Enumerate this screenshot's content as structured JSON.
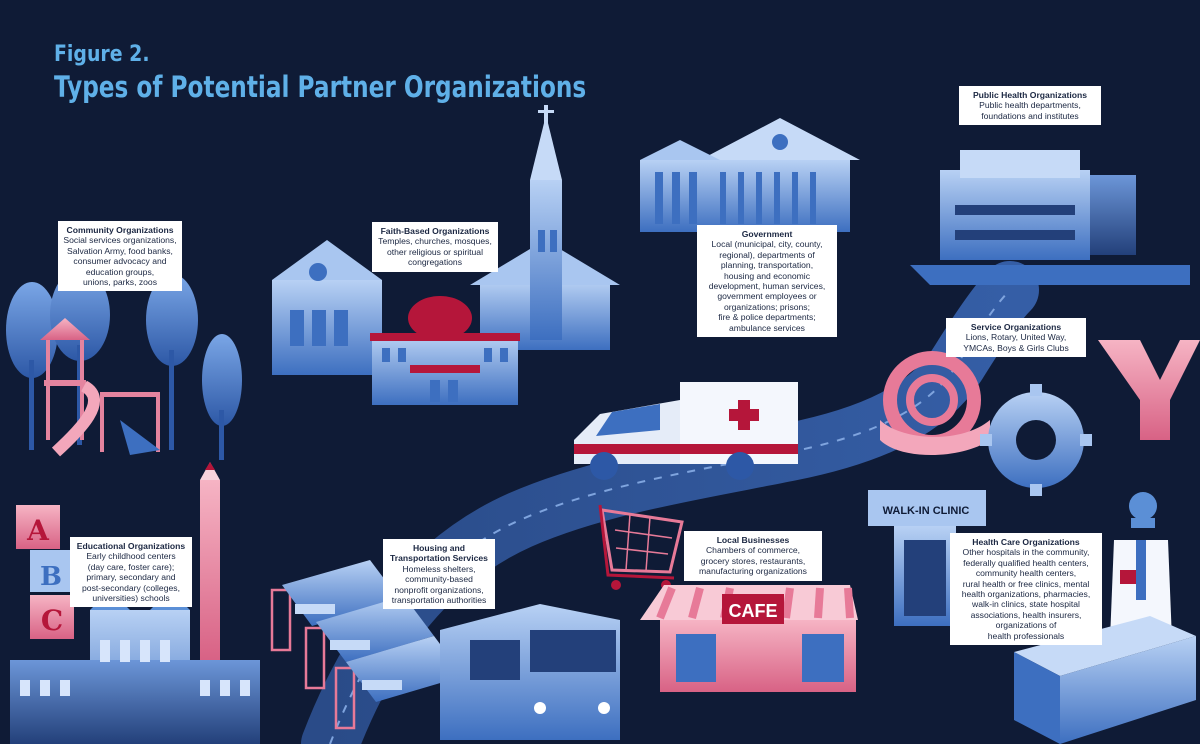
{
  "figure_label": "Figure 2.",
  "title": "Types of Potential Partner Organizations",
  "signs": {
    "walk_in": "WALK-IN CLINIC",
    "cafe": "CAFE"
  },
  "blocks": {
    "a": "A",
    "b": "B",
    "c": "C"
  },
  "cards": {
    "community": {
      "title": "Community Organizations",
      "lines": [
        "Social services organizations,",
        "Salvation Army, food banks,",
        "consumer advocacy and",
        "education groups,",
        "unions, parks, zoos"
      ]
    },
    "faith": {
      "title": "Faith-Based Organizations",
      "lines": [
        "Temples, churches, mosques,",
        "other religious or spiritual",
        "congregations"
      ]
    },
    "government": {
      "title": "Government",
      "lines": [
        "Local (municipal, city, county,",
        "regional), departments of",
        "planning, transportation,",
        "housing and economic",
        "development, human services,",
        "government employees or",
        "organizations; prisons;",
        "fire & police departments;",
        "ambulance services"
      ]
    },
    "public_health": {
      "title": "Public Health Organizations",
      "lines": [
        "Public health departments,",
        "foundations and institutes"
      ]
    },
    "service": {
      "title": "Service Organizations",
      "lines": [
        "Lions, Rotary, United Way,",
        "YMCAs, Boys & Girls Clubs"
      ]
    },
    "educational": {
      "title": "Educational Organizations",
      "lines": [
        "Early childhood centers",
        "(day care, foster care);",
        "primary, secondary and",
        "post-secondary (colleges,",
        "universities) schools"
      ]
    },
    "housing": {
      "title_lines": [
        "Housing and",
        "Transportation Services"
      ],
      "lines": [
        "Homeless shelters,",
        "community-based",
        "nonprofit organizations,",
        "transportation authorities"
      ]
    },
    "local_business": {
      "title": "Local Businesses",
      "lines": [
        "Chambers of commerce,",
        "grocery stores, restaurants,",
        "manufacturing organizations"
      ]
    },
    "health_care": {
      "title": "Health Care Organizations",
      "lines": [
        "Other hospitals in the community,",
        "federally qualified health centers,",
        "community health centers,",
        "rural health or free clinics, mental",
        "health organizations, pharmacies,",
        "walk-in clinics, state hospital",
        "associations, health insurers,",
        "organizations of",
        "health professionals"
      ]
    }
  },
  "colors": {
    "background": "#0f1b36",
    "title": "#5fb0e8",
    "building_blue": "#5b8fd6",
    "building_light": "#a9c6f0",
    "accent_pink": "#e77a98",
    "accent_red": "#b5163a",
    "road": "#2c4f8f"
  }
}
